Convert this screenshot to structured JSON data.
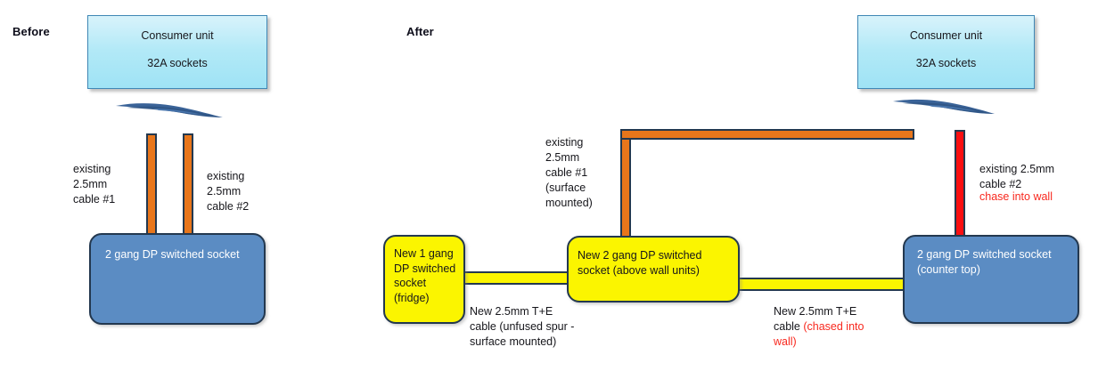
{
  "diagram": {
    "title_before": "Before",
    "title_after": "After"
  },
  "before": {
    "consumer_unit": {
      "line1": "Consumer unit",
      "line2": "32A  sockets"
    },
    "cable_left_label": "existing\n2.5mm\ncable #1",
    "cable_right_label": "existing\n2.5mm\ncable #2",
    "socket": {
      "label": "2 gang DP switched socket"
    },
    "cables": [
      {
        "name": "existing-cable-1",
        "color": "#e8761b"
      },
      {
        "name": "existing-cable-2",
        "color": "#e8761b"
      }
    ]
  },
  "after": {
    "consumer_unit": {
      "line1": "Consumer unit",
      "line2": "32A  sockets"
    },
    "existing_cable1_label": "existing\n2.5mm\ncable #1\n(surface\nmounted)",
    "existing_cable2_label": "existing 2.5mm\ncable #2",
    "chase_into_wall_label": "chase into wall",
    "socket_fridge": {
      "label": "New 1 gang DP switched socket (fridge)"
    },
    "socket_above_wall_units": {
      "label": "New 2 gang DP switched socket\n(above wall units)"
    },
    "socket_counter_top": {
      "label": "2 gang DP switched socket\n(counter top)"
    },
    "spur_cable_label_plain": "New 2.5mm T+E cable (unfused spur - surface mounted)",
    "chased_cable_label_prefix": "New 2.5mm T+E cable ",
    "chased_cable_label_red": "(chased into wall)"
  },
  "colors": {
    "cable_orange": "#e8761b",
    "cable_red": "#fb0f11",
    "cable_yellow": "#fbf500",
    "socket_blue": "#5b8cc3",
    "consumer_unit_fill": "#b2e9f7",
    "outline": "#23384f",
    "red_text": "#f8281e"
  }
}
